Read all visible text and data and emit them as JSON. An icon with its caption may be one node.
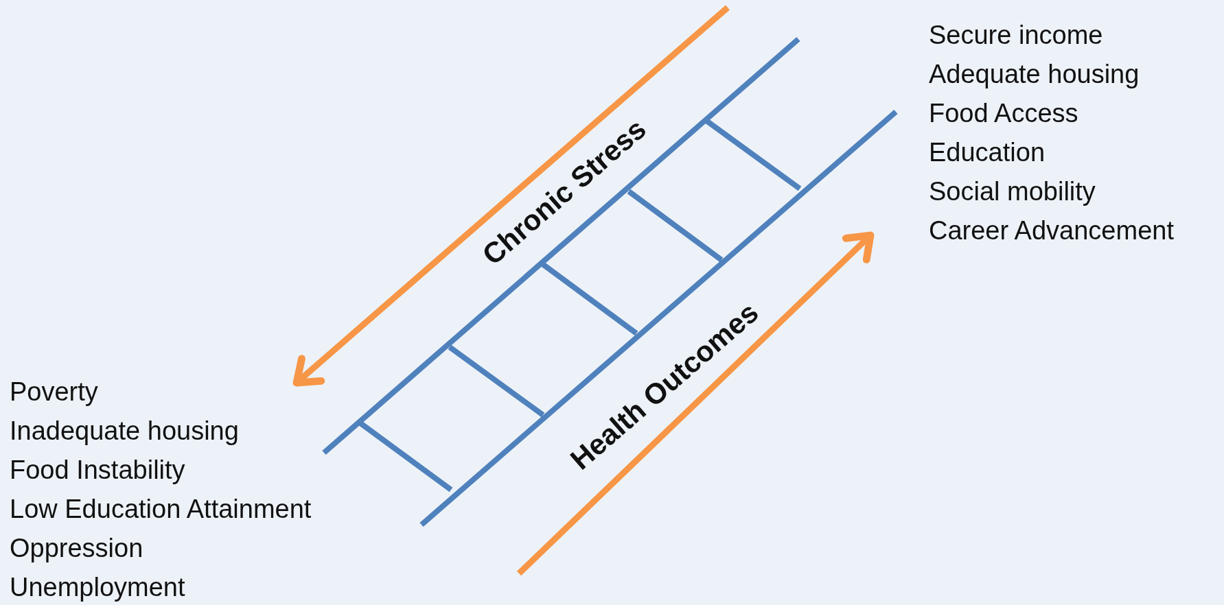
{
  "diagram": {
    "labels": [
      "Secure income",
      "Adequate housing",
      "Food Access",
      "Education",
      "Social mobility",
      "Career Advancement",
      "Chronic Stress",
      "Health Outcomes",
      "Poverty",
      "Inadequate housing",
      "Food Instability",
      "Low Education Attainment",
      "Oppression",
      "Unemployment"
    ]
  }
}
